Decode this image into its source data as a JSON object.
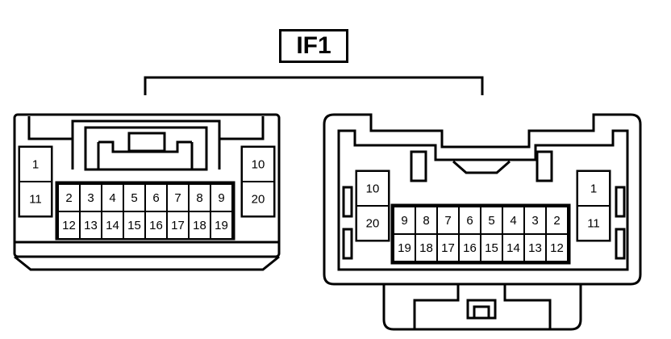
{
  "title": "IF1",
  "connector_left": {
    "side_pins": [
      "1",
      "11",
      "10",
      "20"
    ],
    "top_row": [
      "2",
      "3",
      "4",
      "5",
      "6",
      "7",
      "8",
      "9"
    ],
    "bottom_row": [
      "12",
      "13",
      "14",
      "15",
      "16",
      "17",
      "18",
      "19"
    ]
  },
  "connector_right": {
    "side_pins": [
      "10",
      "20",
      "1",
      "11"
    ],
    "top_row": [
      "9",
      "8",
      "7",
      "6",
      "5",
      "4",
      "3",
      "2"
    ],
    "bottom_row": [
      "19",
      "18",
      "17",
      "16",
      "15",
      "14",
      "13",
      "12"
    ]
  }
}
